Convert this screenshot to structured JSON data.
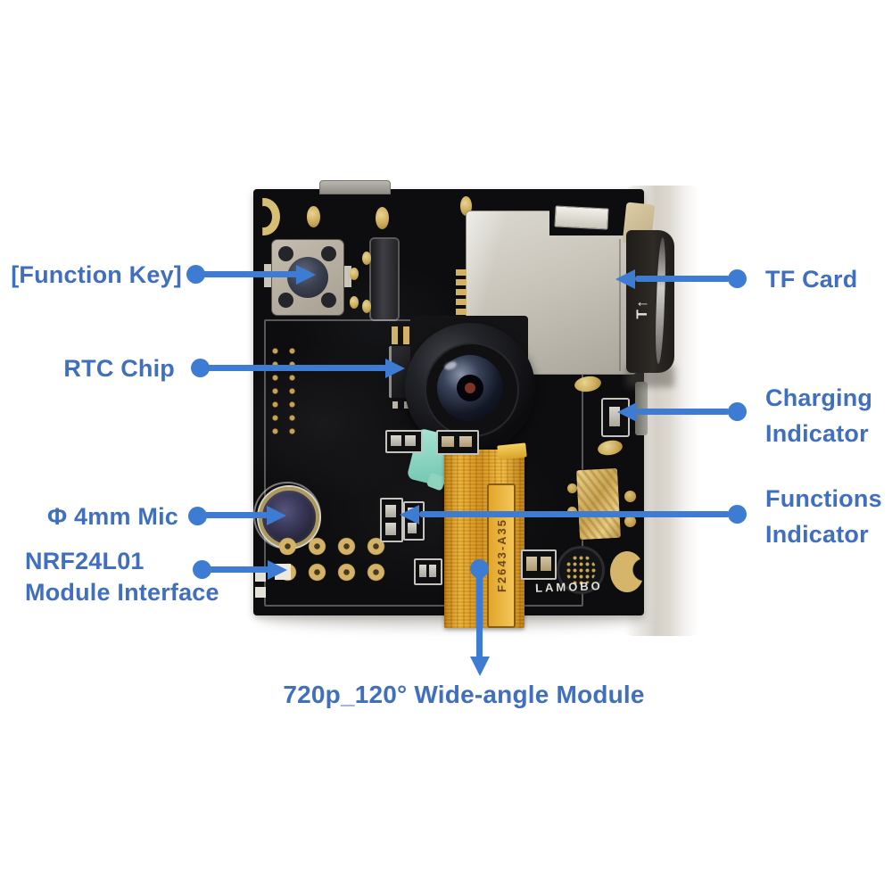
{
  "figure": {
    "type": "annotated-hardware-diagram",
    "labels": {
      "function_key": "[Function Key]",
      "rtc_chip": "RTC Chip",
      "mic": "Φ 4mm Mic",
      "nrf_line1": "NRF24L01",
      "nrf_line2": "Module Interface",
      "tf_card": "TF Card",
      "charging_line1": "Charging",
      "charging_line2": "Indicator",
      "functions_line1": "Functions",
      "functions_line2": "Indicator",
      "wide_angle_module": "720p_120° Wide-angle Module"
    },
    "board_markings": {
      "brand": "LAMOBO",
      "fpc_code": "F2643-A35",
      "tf_card_marking": "T↑"
    },
    "colors": {
      "label_text": "#3f6fbe",
      "arrow": "#3d7cd2",
      "board": "#0d0d0f",
      "fpc_orange": "#d28f1f",
      "sd_silver": "#c8c4ba",
      "gold": "#d4b266"
    }
  }
}
